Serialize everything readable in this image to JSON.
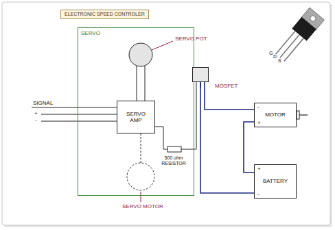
{
  "diagram": {
    "nodes": [
      {
        "text": [
          "ELECTRONIC SPEED CONTROLER"
        ]
      },
      {
        "text": [
          "SERVO"
        ]
      },
      {
        "text": [
          "SERVO AMP"
        ],
        "in": 1
      },
      {
        "text": [
          "MOSFET"
        ]
      },
      {
        "text": [
          "-",
          "MOTOR",
          "+"
        ]
      },
      {
        "text": [
          "+",
          "BATTERY",
          "-"
        ]
      }
    ],
    "edges": [
      {
        "from": 2,
        "to": 3,
        "arrow": "none"
      },
      {
        "from": 3,
        "to": 4,
        "arrow": "none"
      },
      {
        "from": 4,
        "to": 5,
        "arrow": "none"
      },
      {
        "from": 5,
        "to": 3,
        "arrow": "none"
      }
    ],
    "labels": [
      "SERVO POT",
      "SIGNAL",
      "+",
      "-",
      "500 ohm RESISTOR",
      "SERVO MOTOR",
      "G",
      "D",
      "S"
    ]
  }
}
